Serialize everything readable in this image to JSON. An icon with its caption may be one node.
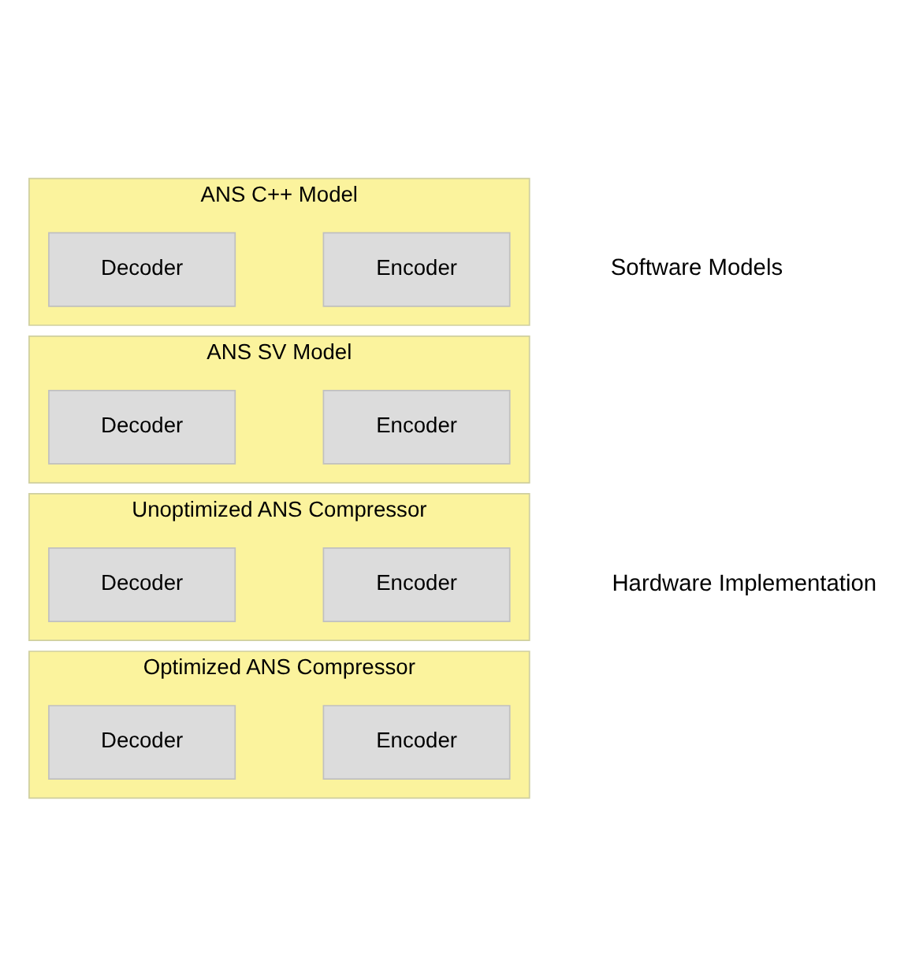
{
  "diagram": {
    "nodes": [
      {
        "text": [
          "ANS C++ Model"
        ]
      },
      {
        "text": [
          "Encoder"
        ],
        "in": 0
      },
      {
        "text": [
          "Decoder"
        ],
        "in": 0
      },
      {
        "text": [
          "ANS SV Model"
        ]
      },
      {
        "text": [
          "Encoder"
        ],
        "in": 3
      },
      {
        "text": [
          "Decoder"
        ],
        "in": 3
      },
      {
        "text": [
          "Unoptimized ANS Compressor"
        ]
      },
      {
        "text": [
          "Encoder"
        ],
        "in": 6
      },
      {
        "text": [
          "Decoder"
        ],
        "in": 6
      },
      {
        "text": [
          "Optimized ANS Compressor"
        ]
      },
      {
        "text": [
          "Encoder"
        ],
        "in": 9
      },
      {
        "text": [
          "Decoder"
        ],
        "in": 9
      }
    ],
    "edges": [],
    "labels": [
      "Software Models",
      "Hardware Implementation"
    ]
  }
}
